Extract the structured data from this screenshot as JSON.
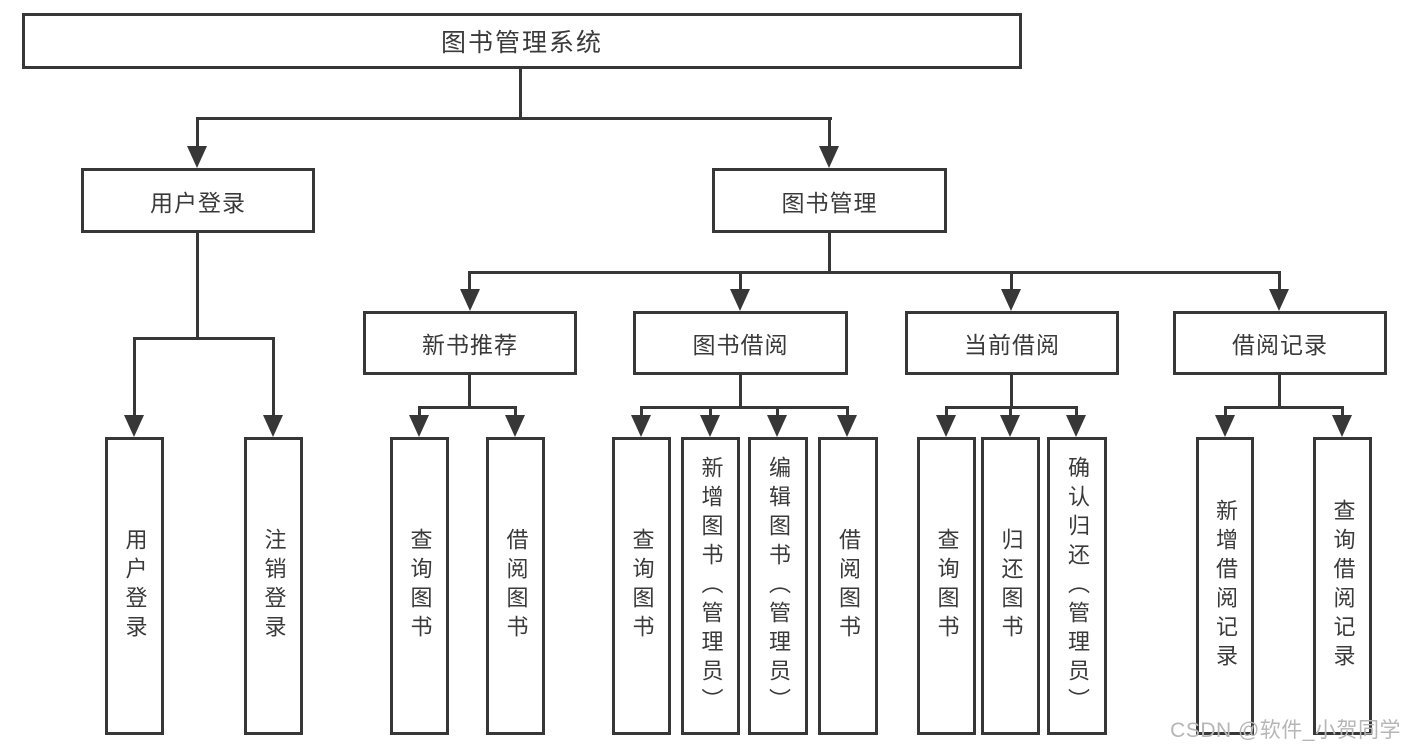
{
  "diagram": {
    "root": {
      "label": "图书管理系统"
    },
    "level2": [
      {
        "label": "用户登录"
      },
      {
        "label": "图书管理"
      }
    ],
    "level3": [
      {
        "label": "新书推荐"
      },
      {
        "label": "图书借阅"
      },
      {
        "label": "当前借阅"
      },
      {
        "label": "借阅记录"
      }
    ],
    "leaves": {
      "user_login": [
        "用户登录",
        "注销登录"
      ],
      "new_book_recommend": [
        "查询图书",
        "借阅图书"
      ],
      "book_borrow": [
        "查询图书",
        "新增图书（管理员）",
        "编辑图书（管理员）",
        "借阅图书"
      ],
      "current_borrow": [
        "查询图书",
        "归还图书",
        "确认归还（管理员）"
      ],
      "borrow_records": [
        "新增借阅记录",
        "查询借阅记录"
      ]
    }
  },
  "watermark": "CSDN @软件_小贺同学",
  "colors": {
    "line": "#373737",
    "text": "#3a3a3a",
    "watermark": "#b6b6b6",
    "background": "#ffffff"
  }
}
